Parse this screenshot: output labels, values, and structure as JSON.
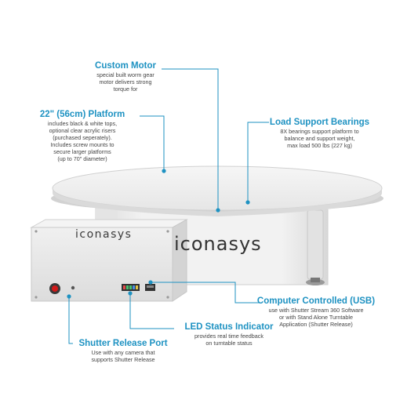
{
  "callouts": {
    "motor": {
      "title": "Custom Motor",
      "desc": "special built worm gear\nmotor delivers strong\ntorque for"
    },
    "platform": {
      "title": "22\" (56cm) Platform",
      "desc": "includes black & white tops,\noptional  clear acrylic risers\n(purchased seperately).\nIncludes screw mounts to\nsecure larger platforms\n(up to 70\" diameter)"
    },
    "bearings": {
      "title": "Load Support Bearings",
      "desc": "8X  bearings support platform to\nbalance and support weight,\nmax load 500 lbs (227 kg)"
    },
    "usb": {
      "title": "Computer Controlled (USB)",
      "desc": "use with Shutter Stream 360 Software\nor with Stand Alone Turntable\nApplication (Shutter Release)"
    },
    "led": {
      "title": "LED Status Indicator",
      "desc": "provides real time feedback\non turntable status"
    },
    "shutter": {
      "title": "Shutter Release Port",
      "desc": "Use with any camera that\nsupports Shutter Release"
    }
  },
  "brand": {
    "base_logo": "iconasys",
    "box_logo": "iconasys"
  },
  "colors": {
    "accent": "#1e92c2",
    "leader_line": "#1e92c2",
    "device_body": "#e9e9e9",
    "port_red": "#d11a1a"
  }
}
